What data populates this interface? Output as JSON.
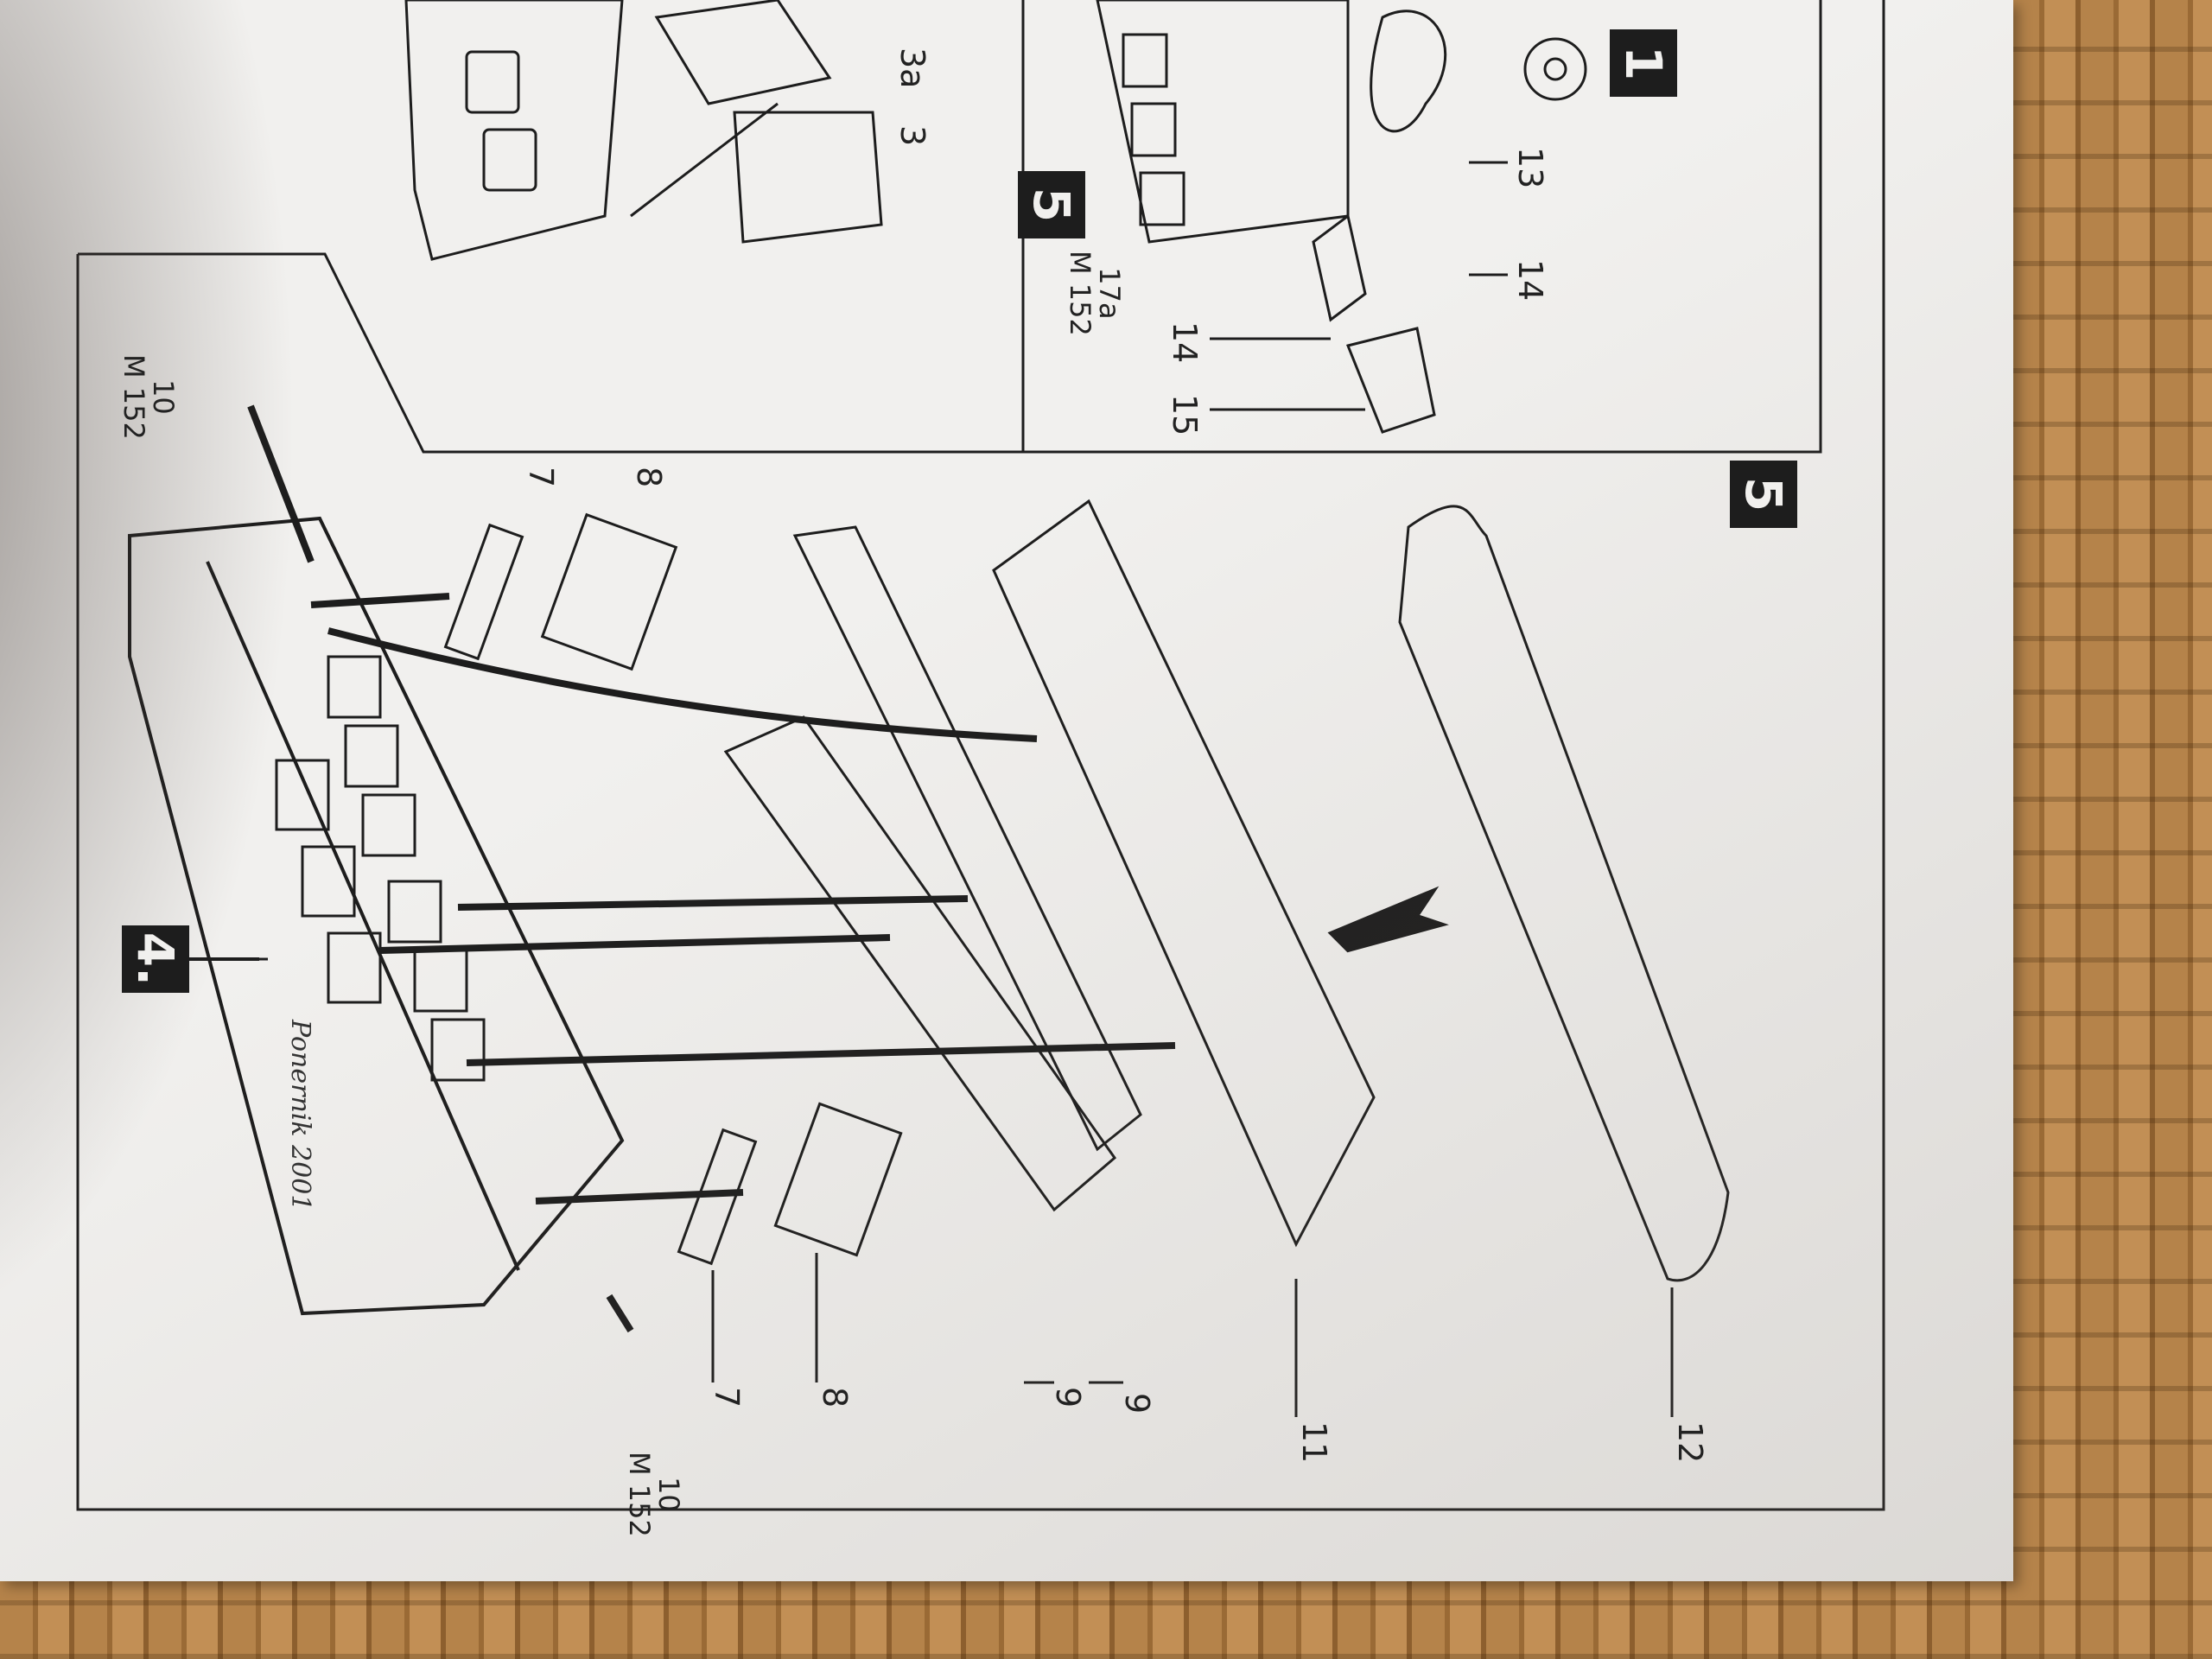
{
  "steps": {
    "step_1": "1",
    "step_5_top": "5",
    "step_5_main": "5",
    "step_4": "4."
  },
  "part_labels": {
    "p13": "13",
    "p14a": "14",
    "p14b": "14",
    "p15": "15",
    "p17a": "17a\nM 152",
    "p3a": "3a",
    "p3": "3",
    "p10_top": "10\nM 152",
    "p7_top": "7",
    "p8_top": "8",
    "p9_a": "9",
    "p9_b": "9",
    "p11": "11",
    "p12": "12",
    "p8_bottom": "8",
    "p7_bottom": "7",
    "p10_bottom": "10\nM 152"
  },
  "signature": "Ponernik 2001",
  "colors": {
    "ink": "#1d1d1d",
    "paper": "#f1f0ee",
    "wicker": "#b5834a"
  }
}
